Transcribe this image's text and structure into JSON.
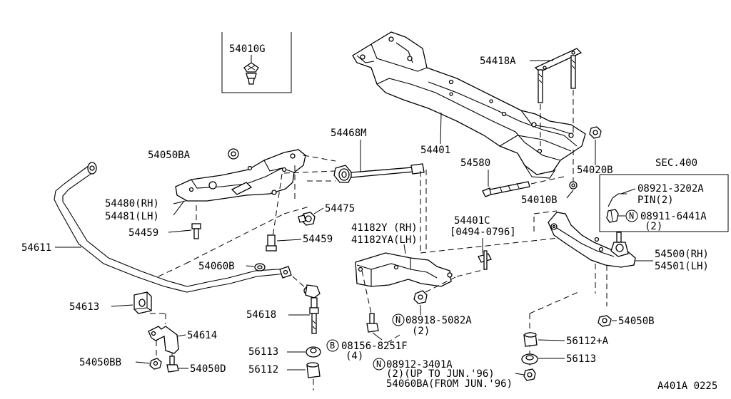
{
  "diagram_id": "A401A 0225",
  "section_ref": "SEC.400",
  "callouts": {
    "p54010G": "54010G",
    "p54418A": "54418A",
    "p54468M": "54468M",
    "p54401": "54401",
    "p54050BA": "54050BA",
    "p54580": "54580",
    "p54020B": "54020B",
    "p54480": "54480(RH)",
    "p54481": "54481(LH)",
    "p54475": "54475",
    "p54010B": "54010B",
    "p54459a": "54459",
    "p54459b": "54459",
    "p54611": "54611",
    "p41182Y": "41182Y  (RH)",
    "p41182YA": "41182YA(LH)",
    "p54401C": "54401C",
    "p54401C_date": "[0494-0796]",
    "p08921": "08921-3202A",
    "p08921_pin": "PIN(2)",
    "p08911": "08911-6441A",
    "p08911_qty": "(2)",
    "p54500": "54500(RH)",
    "p54501": "54501(LH)",
    "p54060B": "54060B",
    "p54613": "54613",
    "p54618": "54618",
    "p54614": "54614",
    "p08918": "08918-5082A",
    "p08918_qty": "(2)",
    "p54050B": "54050B",
    "p56112A": "56112+A",
    "p56113a": "56113",
    "p08156": "08156-8251F",
    "p08156_qty": "(4)",
    "p56113b": "56113",
    "p54050BB": "54050BB",
    "p54050D": "54050D",
    "p56112": "56112",
    "p08912": "08912-3401A",
    "p08912_note": "(2)(UP TO JUN.'96)",
    "p54060BA": "54060BA(FROM JUN.'96)"
  },
  "symbols": {
    "N": "N",
    "B": "B"
  }
}
